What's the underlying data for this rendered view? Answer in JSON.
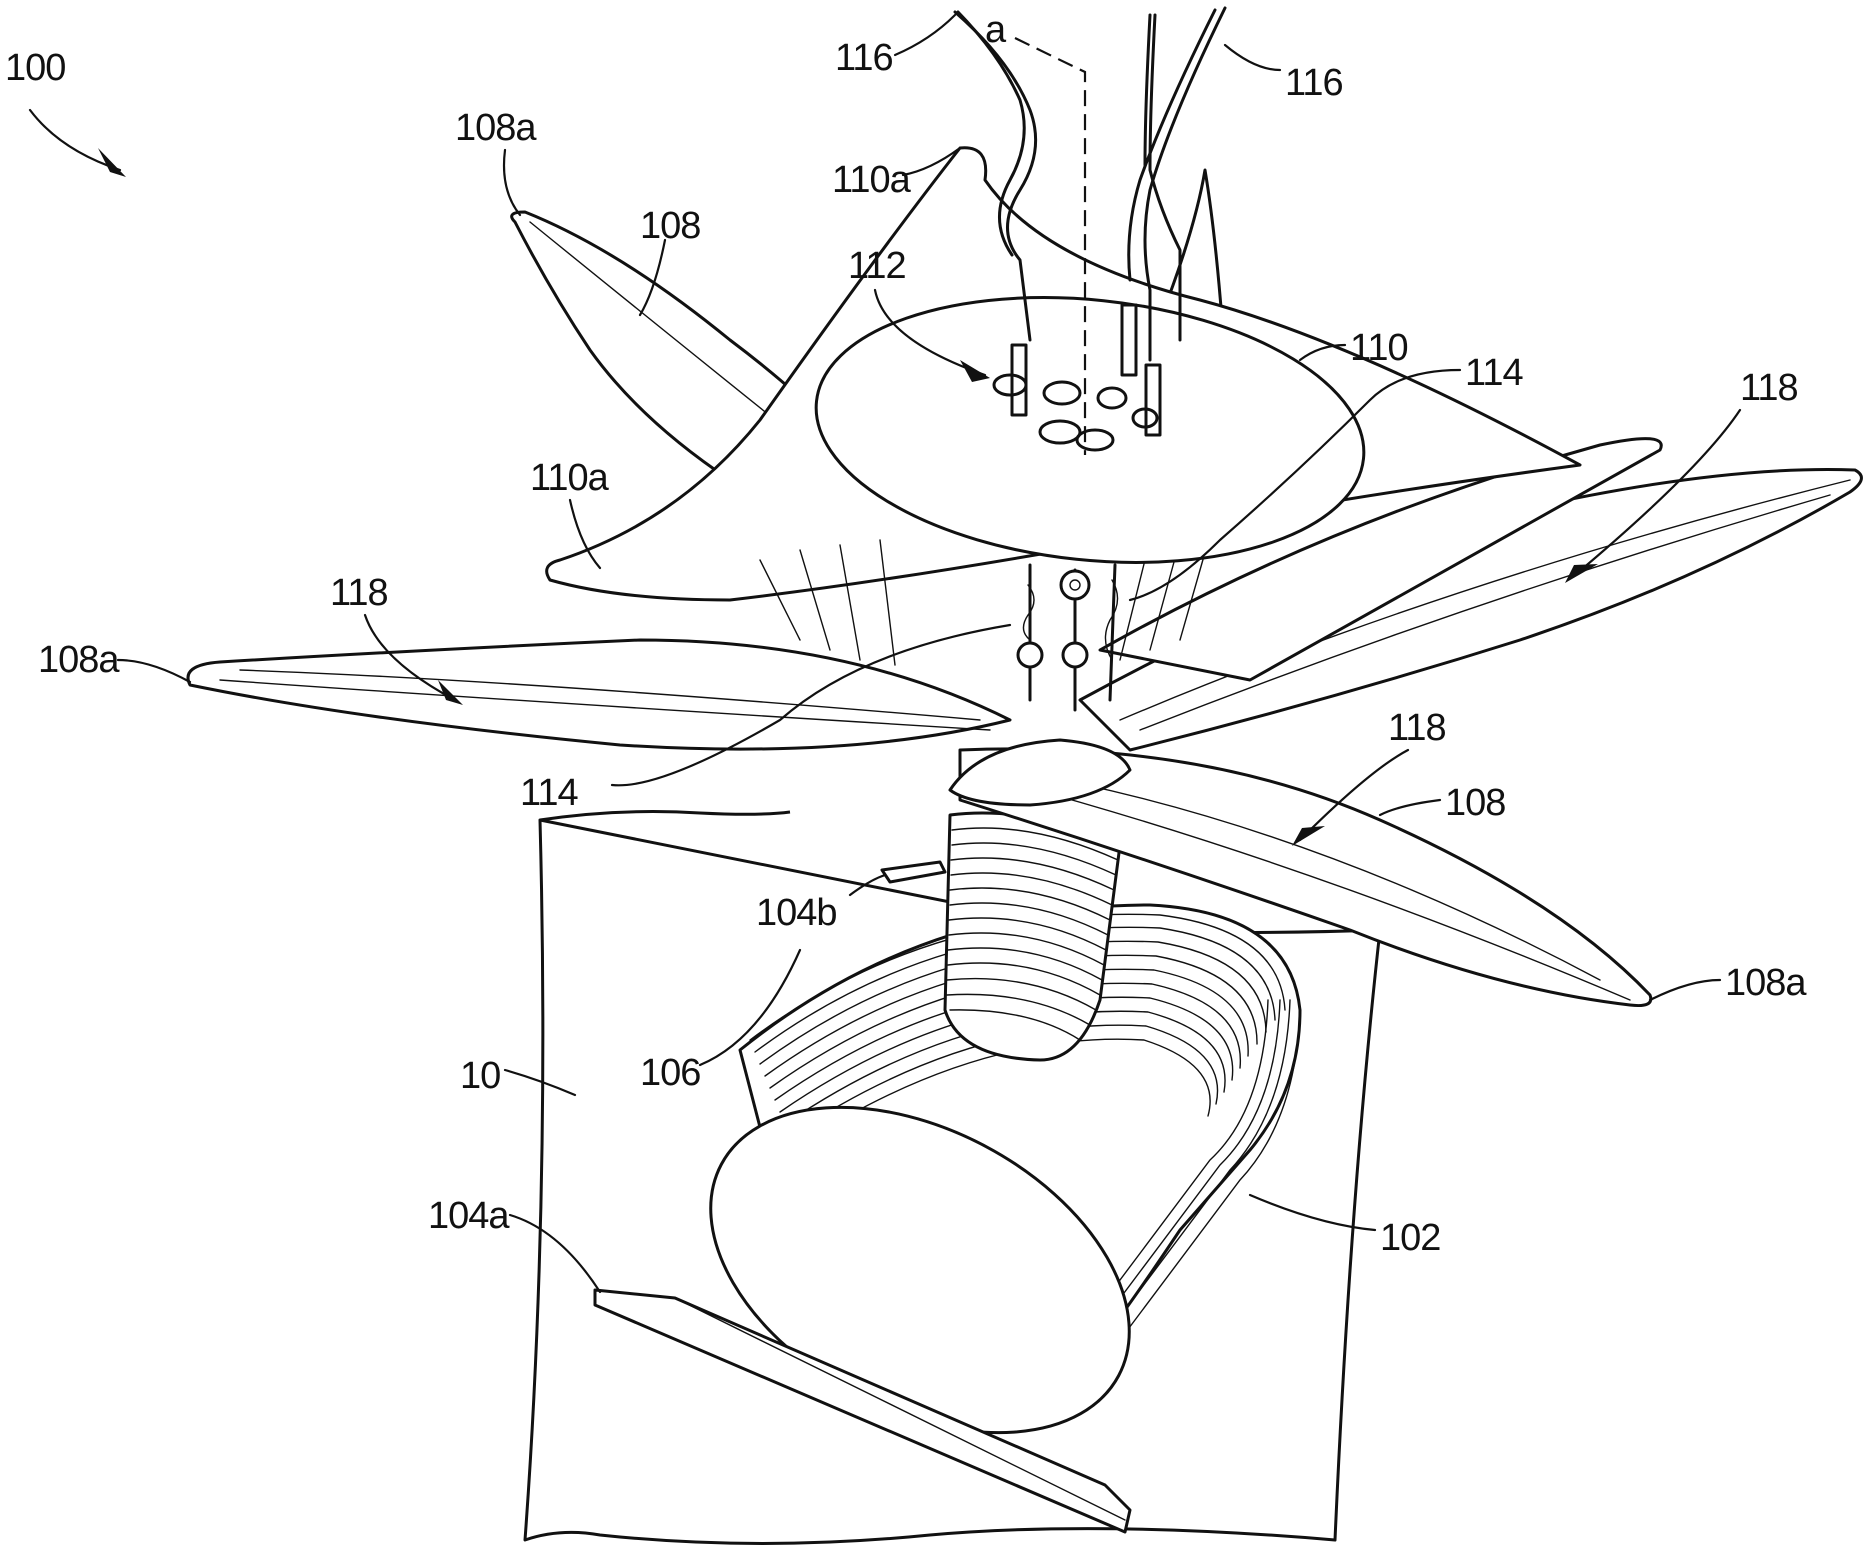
{
  "labels": {
    "ref_100": "100",
    "ref_116_left": "116",
    "ref_a": "a",
    "ref_116_right": "116",
    "ref_108a_top": "108a",
    "ref_110a_top": "110a",
    "ref_108_top": "108",
    "ref_112": "112",
    "ref_110": "110",
    "ref_114_top": "114",
    "ref_118_right": "118",
    "ref_110a_left": "110a",
    "ref_118_left": "118",
    "ref_108a_left": "108a",
    "ref_114_bottom": "114",
    "ref_118_lower": "118",
    "ref_108_lower": "108",
    "ref_104b": "104b",
    "ref_108a_right": "108a",
    "ref_106": "106",
    "ref_10": "10",
    "ref_104a": "104a",
    "ref_102": "102"
  }
}
